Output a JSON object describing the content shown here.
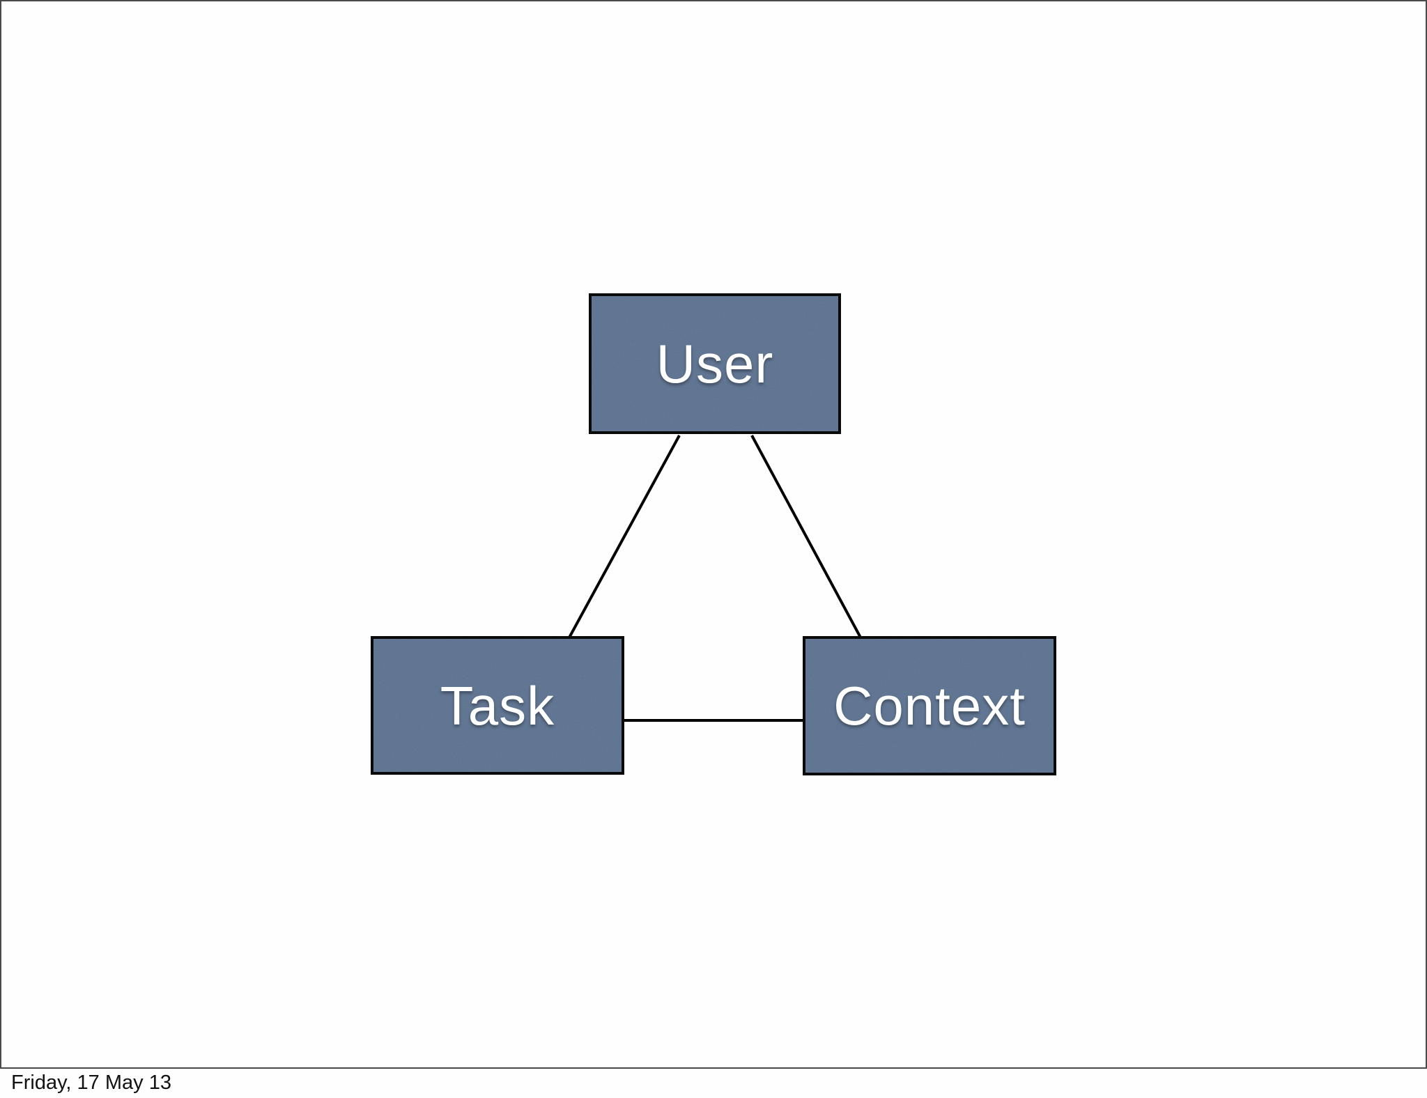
{
  "slide": {
    "footer_date": "Friday, 17 May 13",
    "background_color": "#fefefe",
    "frame_border_color": "#4a4a4a"
  },
  "diagram": {
    "type": "node-link",
    "node_fill_color": "#5e7390",
    "node_border_color": "#0a0a0a",
    "node_text_color": "#ffffff",
    "edge_color": "#000000",
    "nodes": [
      {
        "id": "user",
        "label": "User"
      },
      {
        "id": "task",
        "label": "Task"
      },
      {
        "id": "context",
        "label": "Context"
      }
    ],
    "edges": [
      {
        "from": "user",
        "to": "task"
      },
      {
        "from": "user",
        "to": "context"
      },
      {
        "from": "task",
        "to": "context"
      }
    ]
  }
}
